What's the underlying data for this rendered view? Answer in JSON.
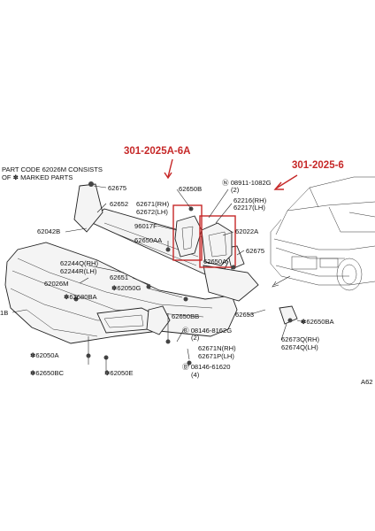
{
  "callouts": {
    "left": "301-2025A-6A",
    "right": "301-2025-6"
  },
  "note": {
    "line1": "PART CODE 62026M CONSISTS",
    "line2": "OF ✽ MARKED PARTS"
  },
  "corner_code": "A62",
  "parts": {
    "p62675_a": "62675",
    "p62652": "62652",
    "p62671_rh": "62671(RH)",
    "p62672_lh": "62672(LH)",
    "p62650b": "62650B",
    "p08911": "Ⓝ 08911-1082G",
    "p08911_qty": "(2)",
    "p62216_rh": "62216(RH)",
    "p62217_lh": "62217(LH)",
    "p96017f": "96017F",
    "p62042b": "62042B",
    "p62650aa": "62650AA",
    "p62022a": "62022A",
    "p62244q": "62244Q(RH)",
    "p62244r": "62244R(LH)",
    "p62650a_mid": "62650A",
    "p62675_b": "62675",
    "p62651": "62651",
    "p62026m": "62026M",
    "p62050g": "✽62050G",
    "p62680ba": "✽62680BA",
    "p1b": "1B",
    "p62650bb": "62650BB",
    "p62653": "62653",
    "p62650ba": "✽62650BA",
    "p08146a": "Ⓑ 08146-8162G",
    "p08146a_qty": "(2)",
    "p62673q": "62673Q(RH)",
    "p62674q": "62674Q(LH)",
    "p62050a": "✽62050A",
    "p62671n": "62671N(RH)",
    "p62671p": "62671P(LH)",
    "p62650bc": "✽62650BC",
    "p62050e": "✽62050E",
    "p08146b": "Ⓑ 08146-61620",
    "p08146b_qty": "(4)"
  }
}
